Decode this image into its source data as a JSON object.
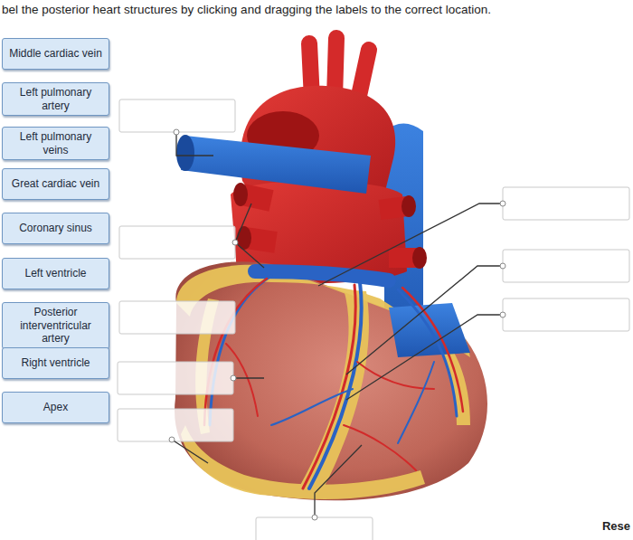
{
  "diagram": {
    "title": "bel the posterior heart structures by clicking and dragging the labels to the correct location.",
    "nodes": [
      {
        "text": [
          "Middle cardiac vein"
        ]
      },
      {
        "text": [
          "Left pulmonary artery"
        ]
      },
      {
        "text": [
          "Left pulmonary veins"
        ]
      },
      {
        "text": [
          "Great cardiac vein"
        ]
      },
      {
        "text": [
          "Coronary sinus"
        ]
      },
      {
        "text": [
          "Left ventricle"
        ]
      },
      {
        "text": [
          "Posterior interventricular artery"
        ]
      },
      {
        "text": [
          "Right ventricle"
        ]
      },
      {
        "text": [
          "Apex"
        ]
      },
      {
        "text": [
          "Rese"
        ]
      }
    ]
  }
}
